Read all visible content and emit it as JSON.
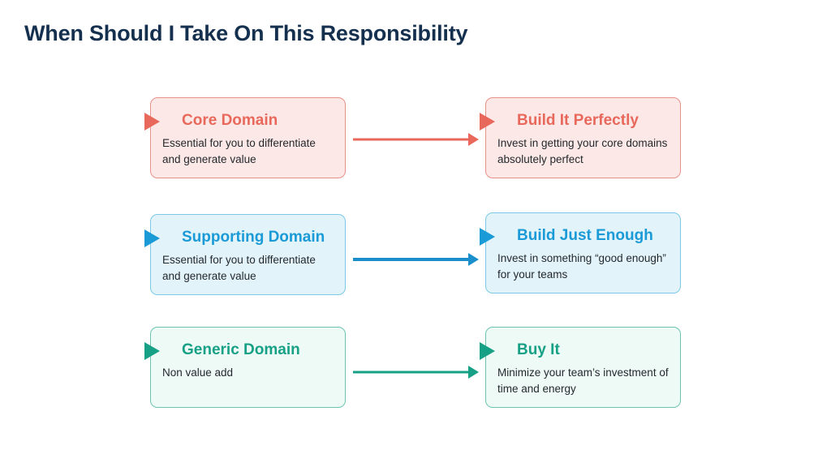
{
  "page": {
    "title": "When Should I Take On This Responsibility",
    "background": "#ffffff",
    "title_color": "#14304e"
  },
  "theme": {
    "red": {
      "accent": "#e8695c",
      "title_color": "#e8695c",
      "border": "#e8918a",
      "fill": "#fce8e6",
      "arrow": "#e8695c"
    },
    "blue": {
      "accent": "#1a9ad7",
      "title_color": "#1a9ad7",
      "border": "#7cc9e6",
      "fill": "#e2f3fa",
      "arrow": "#1a8fcc"
    },
    "teal": {
      "accent": "#16a085",
      "title_color": "#16a085",
      "border": "#6bc4b2",
      "fill": "#eefaf6",
      "arrow": "#16a085"
    }
  },
  "rows": [
    {
      "theme": "red",
      "left": {
        "icon": "play-triangle-icon",
        "title": "Core Domain",
        "body": "Essential for you to differentiate and generate value"
      },
      "arrow": {
        "icon": "arrow-right-icon"
      },
      "right": {
        "icon": "play-triangle-icon",
        "title": "Build It Perfectly",
        "body": "Invest in getting your core domains absolutely perfect"
      }
    },
    {
      "theme": "blue",
      "left": {
        "icon": "play-triangle-icon",
        "title": "Supporting Domain",
        "body": "Essential for you to differentiate and generate value"
      },
      "arrow": {
        "icon": "arrow-right-icon"
      },
      "right": {
        "icon": "play-triangle-icon",
        "title": "Build Just Enough",
        "body": "Invest in something “good enough” for your teams"
      }
    },
    {
      "theme": "teal",
      "left": {
        "icon": "play-triangle-icon",
        "title": "Generic Domain",
        "body": "Non value add"
      },
      "arrow": {
        "icon": "arrow-right-icon"
      },
      "right": {
        "icon": "play-triangle-icon",
        "title": "Buy It",
        "body": "Minimize your team’s investment of time and energy"
      }
    }
  ]
}
